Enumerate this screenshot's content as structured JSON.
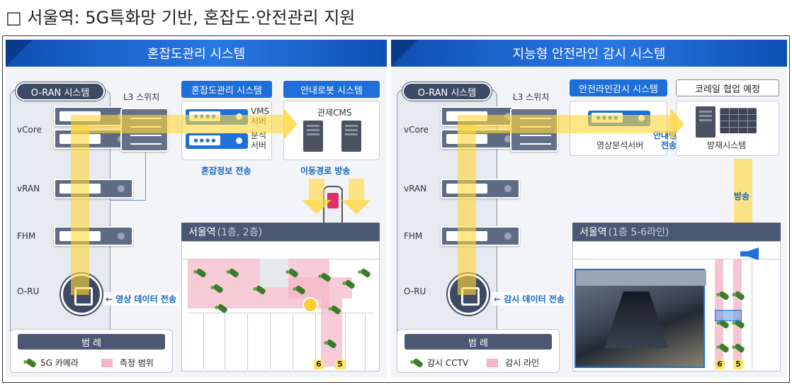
{
  "heading": "□ 서울역: 5G특화망 기반, 혼잡도·안전관리 지원",
  "left": {
    "title": "혼잡도관리 시스템",
    "oran_label": "O-RAN 시스템",
    "l3_label": "L3 스위치",
    "nodes": [
      "vCore",
      "vRAN",
      "FHM",
      "O-RU"
    ],
    "congestion_tag": "혼잡도관리 시스템",
    "vms_label": "VMS\n서버",
    "analysis_label": "분석\n서버",
    "congestion_send": "혼잡정보 전송",
    "robot_tag": "안내로봇 시스템",
    "cms_label": "관제CMS",
    "route_broadcast": "이동경로 방송",
    "data_send": "← 영상 데이터 전송",
    "station_title": "서울역",
    "station_sub": "(1층, 2층)",
    "legend_title": "범 례",
    "legend_cam": "5G 카메라",
    "legend_range": "측정 범위",
    "platform_nums": [
      "6",
      "5"
    ]
  },
  "right": {
    "title": "지능형 안전라인 감시 시스템",
    "oran_label": "O-RAN 시스템",
    "l3_label": "L3 스위치",
    "nodes": [
      "vCore",
      "vRAN",
      "FHM",
      "O-RU"
    ],
    "safety_tag": "안전라인감시 시스템",
    "video_server": "영상분석서버",
    "guide_send": "안내멘트\n전송",
    "korail_tag": "코레일 협업 예정",
    "disaster_label": "방재시스템",
    "broadcast": "방송",
    "data_send": "← 감시 데이터 전송",
    "station_title": "서울역",
    "station_sub": "(1층 5-6라인)",
    "legend_title": "범 례",
    "legend_cam": "감시 CCTV",
    "legend_line": "감시 라인",
    "platform_nums": [
      "6",
      "5"
    ]
  }
}
